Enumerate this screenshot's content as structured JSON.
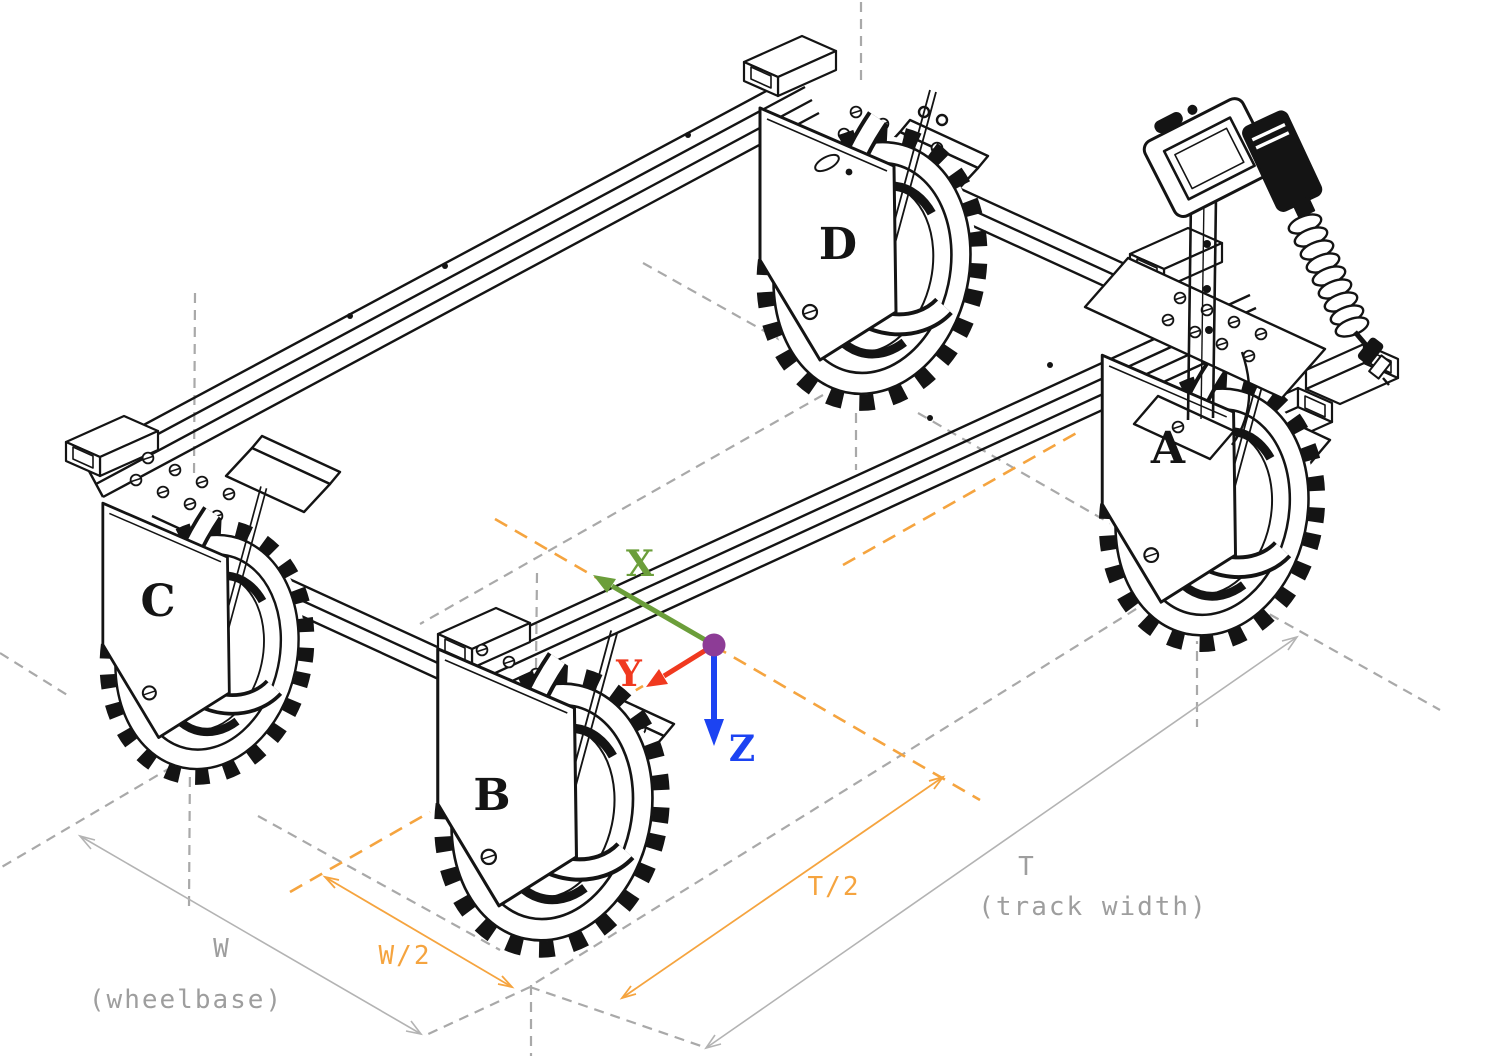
{
  "diagram": {
    "robot": {
      "wheel_labels": {
        "a": "A",
        "b": "B",
        "c": "C",
        "d": "D"
      }
    },
    "axes": {
      "x_label": "X",
      "y_label": "Y",
      "z_label": "Z",
      "x_color": "#6B9E3A",
      "y_color": "#F0391F",
      "z_color": "#1C43F2",
      "origin_color": "#8D3C96"
    },
    "dimensions": {
      "wheelbase_symbol": "W",
      "wheelbase_caption": "(wheelbase)",
      "wheelbase_half": "W/2",
      "track_symbol": "T",
      "track_caption": "(track width)",
      "track_half": "T/2",
      "guide_color": "#A9A9A9",
      "dim_line_color": "#B3B3B3",
      "dim_text_color": "#9E9E9E",
      "half_dim_color": "#F5A43F"
    },
    "line_art_color": "#141414"
  }
}
